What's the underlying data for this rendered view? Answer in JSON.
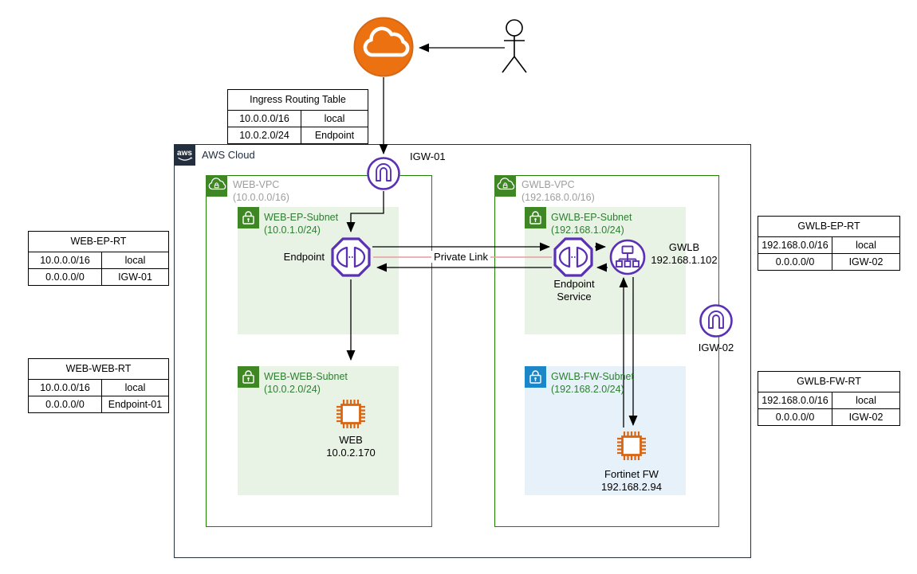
{
  "cloud": {
    "logo": "aws",
    "title": "AWS Cloud"
  },
  "tables": {
    "ingress": {
      "title": "Ingress Routing Table",
      "rows": [
        [
          "10.0.0.0/16",
          "local"
        ],
        [
          "10.0.2.0/24",
          "Endpoint"
        ]
      ]
    },
    "web_ep_rt": {
      "title": "WEB-EP-RT",
      "rows": [
        [
          "10.0.0.0/16",
          "local"
        ],
        [
          "0.0.0.0/0",
          "IGW-01"
        ]
      ]
    },
    "web_web_rt": {
      "title": "WEB-WEB-RT",
      "rows": [
        [
          "10.0.0.0/16",
          "local"
        ],
        [
          "0.0.0.0/0",
          "Endpoint-01"
        ]
      ]
    },
    "gwlb_ep_rt": {
      "title": "GWLB-EP-RT",
      "rows": [
        [
          "192.168.0.0/16",
          "local"
        ],
        [
          "0.0.0.0/0",
          "IGW-02"
        ]
      ]
    },
    "gwlb_fw_rt": {
      "title": "GWLB-FW-RT",
      "rows": [
        [
          "192.168.0.0/16",
          "local"
        ],
        [
          "0.0.0.0/0",
          "IGW-02"
        ]
      ]
    }
  },
  "vpcs": {
    "web": {
      "name": "WEB-VPC",
      "cidr": "(10.0.0.0/16)"
    },
    "gwlb": {
      "name": "GWLB-VPC",
      "cidr": "(192.168.0.0/16)"
    }
  },
  "subnets": {
    "web_ep": {
      "name": "WEB-EP-Subnet",
      "cidr": "(10.0.1.0/24)"
    },
    "web_web": {
      "name": "WEB-WEB-Subnet",
      "cidr": "(10.0.2.0/24)"
    },
    "gwlb_ep": {
      "name": "GWLB-EP-Subnet",
      "cidr": "(192.168.1.0/24)"
    },
    "gwlb_fw": {
      "name": "GWLB-FW-Subnet",
      "cidr": "(192.168.2.0/24)"
    }
  },
  "labels": {
    "igw1": "IGW-01",
    "igw2": "IGW-02",
    "endpoint": "Endpoint",
    "endpoint_service": "Endpoint Service",
    "private_link": "Private Link",
    "gwlb_name": "GWLB",
    "gwlb_ip": "192.168.1.102",
    "web_name": "WEB",
    "web_ip": "10.0.2.170",
    "fw_name": "Fortinet FW",
    "fw_ip": "192.168.2.94"
  },
  "icons": {
    "internet-icon": "orange circle with white cloud",
    "user-icon": "stick figure person",
    "igw-icon": "purple circle with gateway arch",
    "vpc-endpoint-icon": "purple octagon with brackets",
    "endpoint-service-icon": "purple octagon with brackets",
    "gwlb-icon": "purple circle with load-balancer tree",
    "instance-icon": "orange chip",
    "firewall-instance-icon": "orange chip",
    "vpc-icon": "green square white cloud with lock",
    "private-subnet-lock-icon": "green square white lock",
    "public-subnet-lock-icon": "blue square white lock",
    "aws-logo": "navy square aws smile logo"
  },
  "colors": {
    "aws_navy": "#232F3E",
    "purple": "#5A30B5",
    "green_border": "#1E8102",
    "green_icon_bg": "#3F8624",
    "green_text": "#2E7D32",
    "gray_vpc_text": "#9E9E9E",
    "subnet_green_fill": "#E9F3E5",
    "subnet_blue_fill": "#E7F1FA",
    "blue_icon_bg": "#1B87C9",
    "orange_internet": "#EC7211",
    "orange_chip": "#D86613",
    "pink_line": "#E89C9C"
  }
}
